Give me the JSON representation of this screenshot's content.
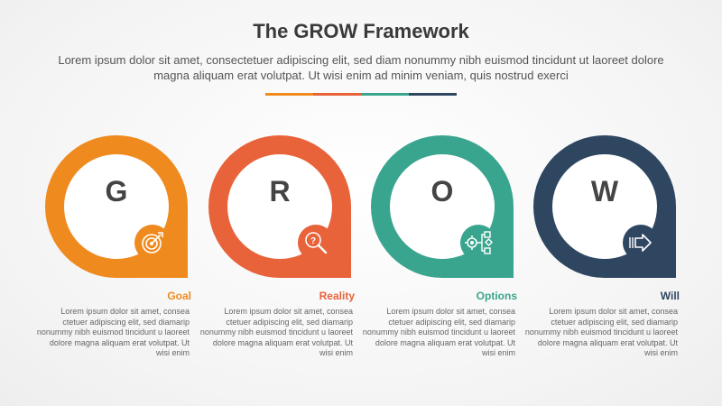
{
  "title": "The GROW Framework",
  "subtitle": "Lorem ipsum dolor sit amet, consectetuer adipiscing elit, sed diam nonummy nibh euismod tincidunt ut laoreet dolore magna aliquam erat volutpat. Ut wisi enim ad minim veniam, quis nostrud exerci",
  "divider_colors": [
    "#ef8a1f",
    "#e8623a",
    "#3aa58e",
    "#2f4661"
  ],
  "steps": [
    {
      "letter": "G",
      "label": "Goal",
      "color": "#ef8a1f",
      "icon": "target-icon",
      "desc": "Lorem ipsum dolor sit amet, consea ctetuer adipiscing elit, sed diamarip nonummy nibh euismod tincidunt u laoreet dolore magna aliquam erat volutpat. Ut wisi enim"
    },
    {
      "letter": "R",
      "label": "Reality",
      "color": "#e8623a",
      "icon": "magnifier-question-icon",
      "desc": "Lorem ipsum dolor sit amet, consea ctetuer adipiscing elit, sed diamarip nonummy nibh euismod tincidunt u laoreet dolore magna aliquam erat volutpat. Ut wisi enim"
    },
    {
      "letter": "O",
      "label": "Options",
      "color": "#3aa58e",
      "icon": "gear-flowchart-icon",
      "desc": "Lorem ipsum dolor sit amet, consea ctetuer adipiscing elit, sed diamarip nonummy nibh euismod tincidunt u laoreet dolore magna aliquam erat volutpat. Ut wisi enim"
    },
    {
      "letter": "W",
      "label": "Will",
      "color": "#2f4661",
      "icon": "arrow-right-icon",
      "desc": "Lorem ipsum dolor sit amet, consea ctetuer adipiscing elit, sed diamarip nonummy nibh euismod tincidunt u laoreet dolore magna aliquam erat volutpat. Ut wisi enim"
    }
  ]
}
